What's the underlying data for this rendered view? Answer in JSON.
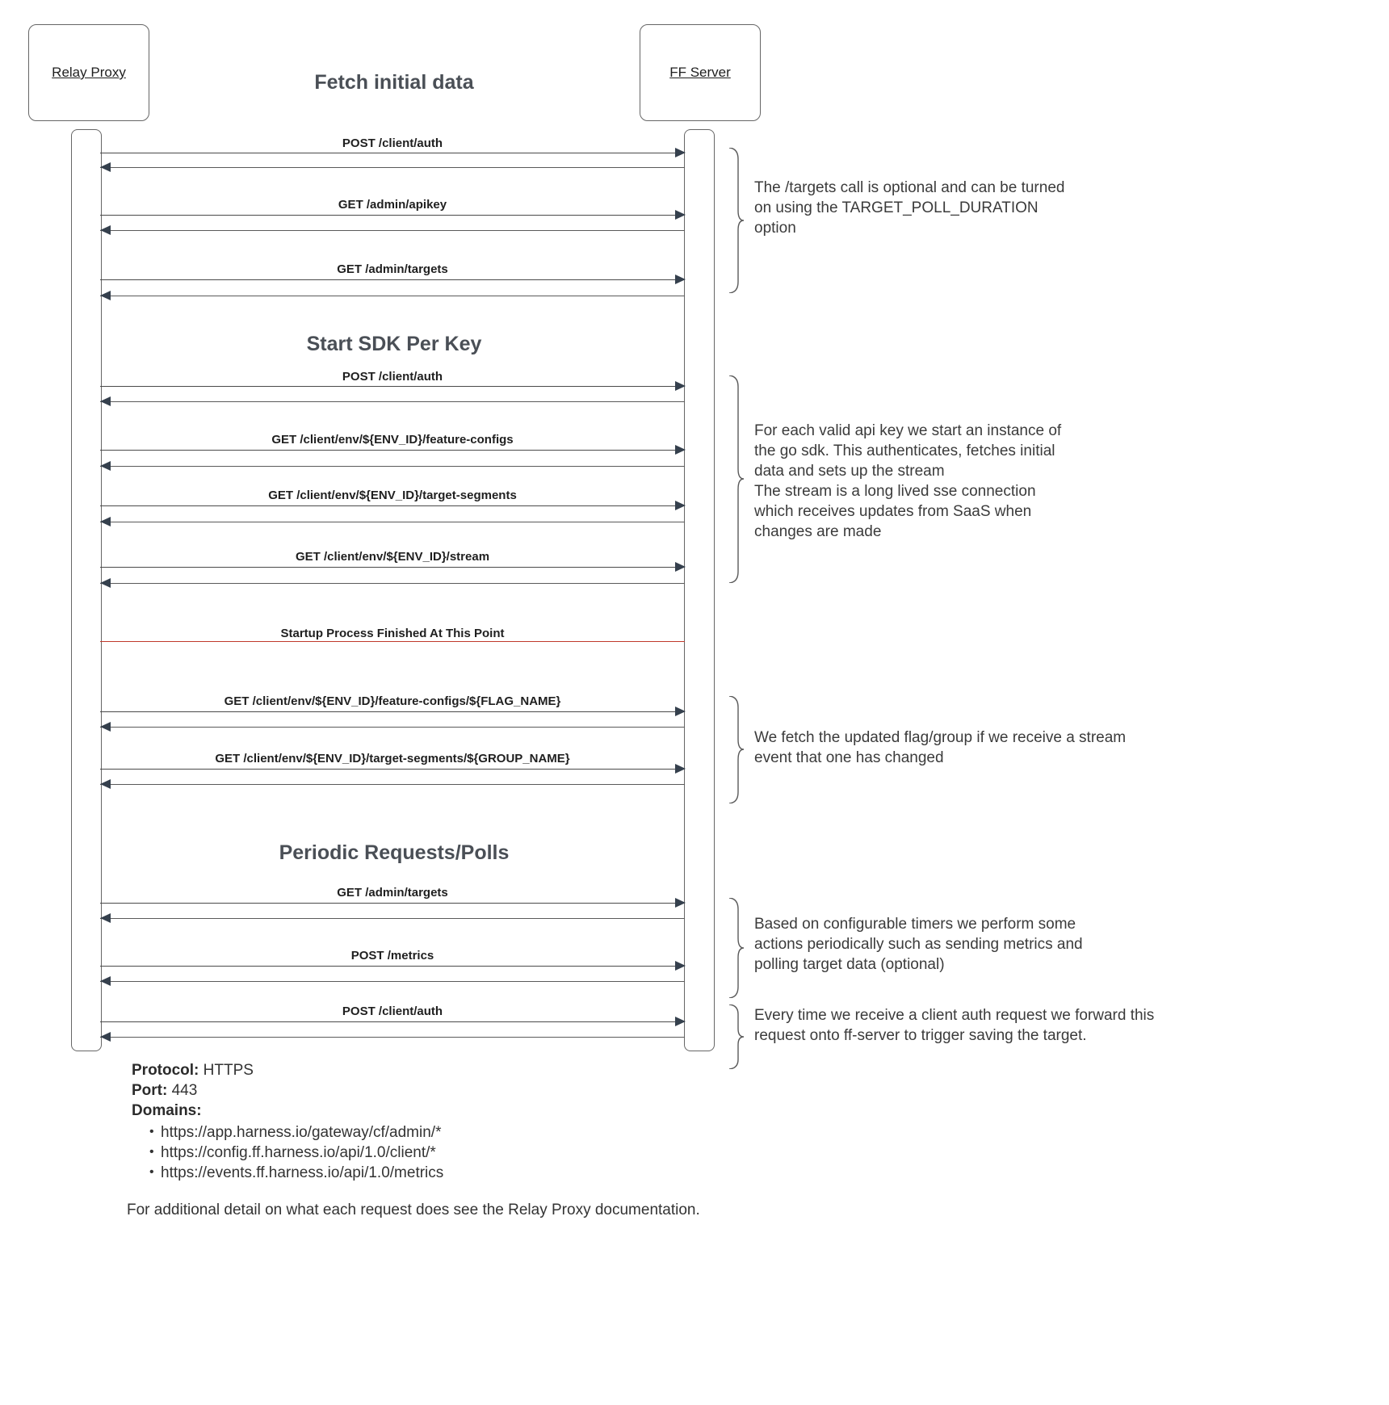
{
  "diagram": {
    "actors": [
      {
        "id": "relay-proxy",
        "label": "Relay Proxy"
      },
      {
        "id": "ff-server",
        "label": "FF Server"
      }
    ],
    "section_titles": [
      "Fetch initial data",
      "Start SDK Per Key",
      "Periodic Requests/Polls"
    ],
    "divider_label": "Startup Process Finished At This Point",
    "divider_color": "#c0392b",
    "messages": [
      {
        "label": "POST /client/auth"
      },
      {
        "label": "GET /admin/apikey"
      },
      {
        "label": "GET /admin/targets"
      },
      {
        "label": "POST /client/auth"
      },
      {
        "label": "GET /client/env/${ENV_ID}/feature-configs"
      },
      {
        "label": "GET /client/env/${ENV_ID}/target-segments"
      },
      {
        "label": "GET /client/env/${ENV_ID}/stream"
      },
      {
        "label": "GET /client/env/${ENV_ID}/feature-configs/${FLAG_NAME}"
      },
      {
        "label": "GET /client/env/${ENV_ID}/target-segments/${GROUP_NAME}"
      },
      {
        "label": "GET /admin/targets"
      },
      {
        "label": "POST /metrics"
      },
      {
        "label": "POST /client/auth"
      }
    ],
    "notes": [
      {
        "text": "The /targets call is optional and can be turned\non using the TARGET_POLL_DURATION\noption"
      },
      {
        "text": "For each valid api key we start an instance of\nthe go sdk. This authenticates, fetches initial\ndata and sets up the stream\nThe stream is a long lived sse connection\nwhich receives updates from SaaS when\nchanges are made"
      },
      {
        "text": "We fetch the updated flag/group if we receive a stream\nevent that one has changed"
      },
      {
        "text": "Based on configurable timers we perform some\nactions periodically such as sending metrics and\npolling target data (optional)"
      },
      {
        "text": "Every time we receive a client auth request we forward this\nrequest onto ff-server to trigger saving the target."
      }
    ]
  },
  "footer": {
    "protocol_key": "Protocol:",
    "protocol_value": " HTTPS",
    "port_key": "Port:",
    "port_value": " 443",
    "domains_key": "Domains:",
    "domains": [
      "https://app.harness.io/gateway/cf/admin/*",
      "https://config.ff.harness.io/api/1.0/client/*",
      "https://events.ff.harness.io/api/1.0/metrics"
    ],
    "note": "For additional detail on what each request does see the Relay Proxy documentation."
  }
}
